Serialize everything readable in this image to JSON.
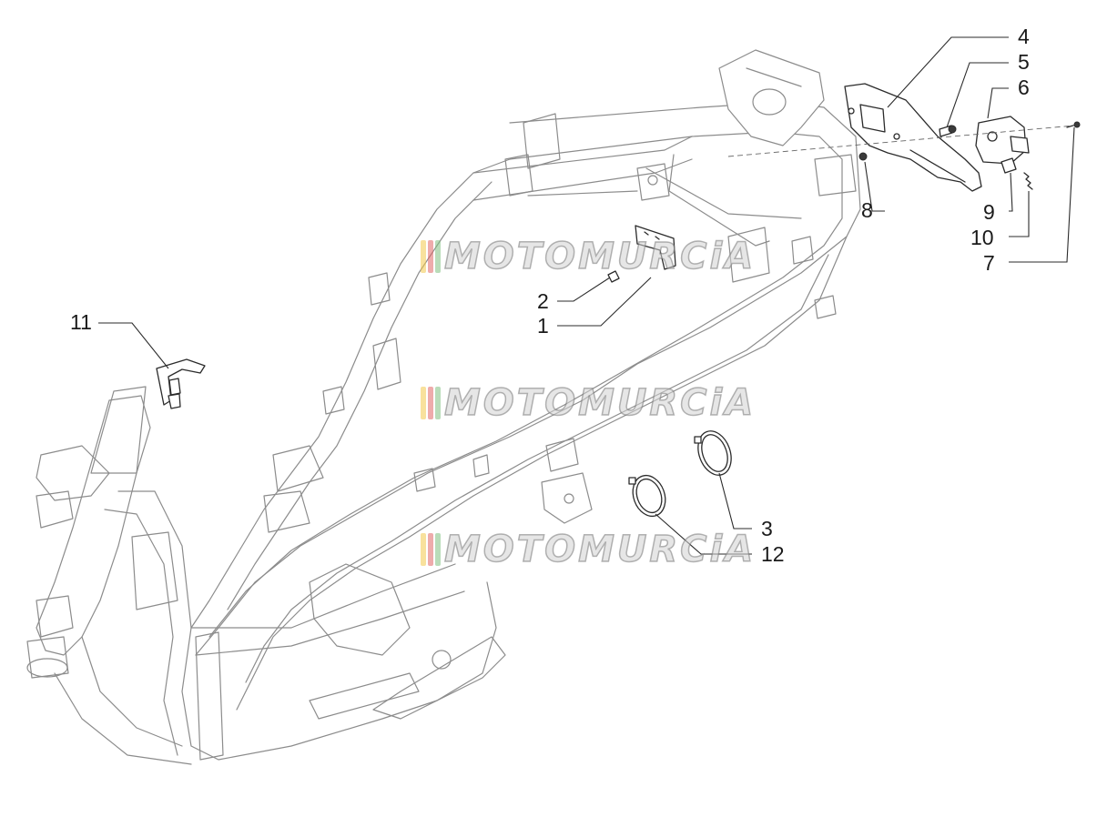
{
  "diagram": {
    "callouts": [
      {
        "id": "c1",
        "label": "1"
      },
      {
        "id": "c2",
        "label": "2"
      },
      {
        "id": "c3",
        "label": "3"
      },
      {
        "id": "c4",
        "label": "4"
      },
      {
        "id": "c5",
        "label": "5"
      },
      {
        "id": "c6",
        "label": "6"
      },
      {
        "id": "c7",
        "label": "7"
      },
      {
        "id": "c8",
        "label": "8"
      },
      {
        "id": "c9",
        "label": "9"
      },
      {
        "id": "c10",
        "label": "10"
      },
      {
        "id": "c11",
        "label": "11"
      },
      {
        "id": "c12",
        "label": "12"
      }
    ],
    "watermark": {
      "text": "MOTOMURCiA",
      "bar_colors": [
        "#f2c94c",
        "#e06666",
        "#7fbf7f"
      ]
    },
    "colors": {
      "frame_stroke": "#8c8c8c",
      "part_stroke": "#2b2b2b",
      "background": "#ffffff"
    }
  }
}
